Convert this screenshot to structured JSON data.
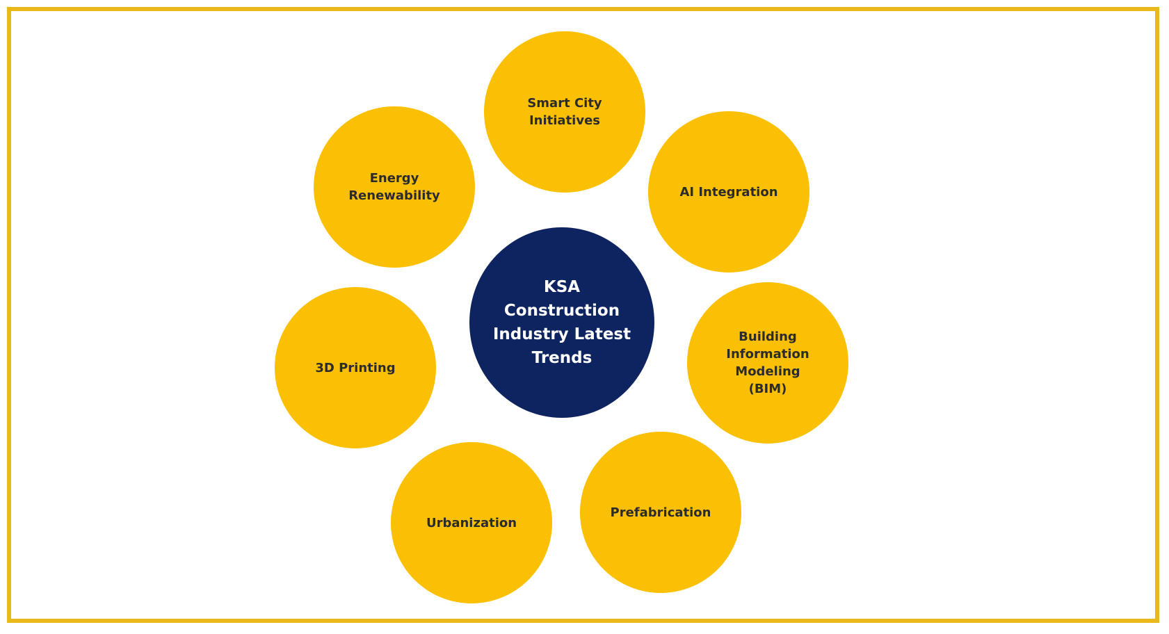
{
  "colors": {
    "frame_border": "#E9B81A",
    "trend_fill": "#FBC003",
    "center_fill": "#0E2460",
    "trend_text": "#2b2b2b",
    "center_text": "#ffffff"
  },
  "center": {
    "label": "KSA Construction Industry Latest Trends"
  },
  "trends": [
    {
      "id": "smart-city",
      "label": "Smart City Initiatives"
    },
    {
      "id": "ai-integration",
      "label": "AI Integration"
    },
    {
      "id": "bim",
      "label": "Building Information Modeling (BIM)"
    },
    {
      "id": "prefabrication",
      "label": "Prefabrication"
    },
    {
      "id": "urbanization",
      "label": "Urbanization"
    },
    {
      "id": "3d-printing",
      "label": "3D Printing"
    },
    {
      "id": "energy-renewability",
      "label": "Energy Renewability"
    }
  ]
}
